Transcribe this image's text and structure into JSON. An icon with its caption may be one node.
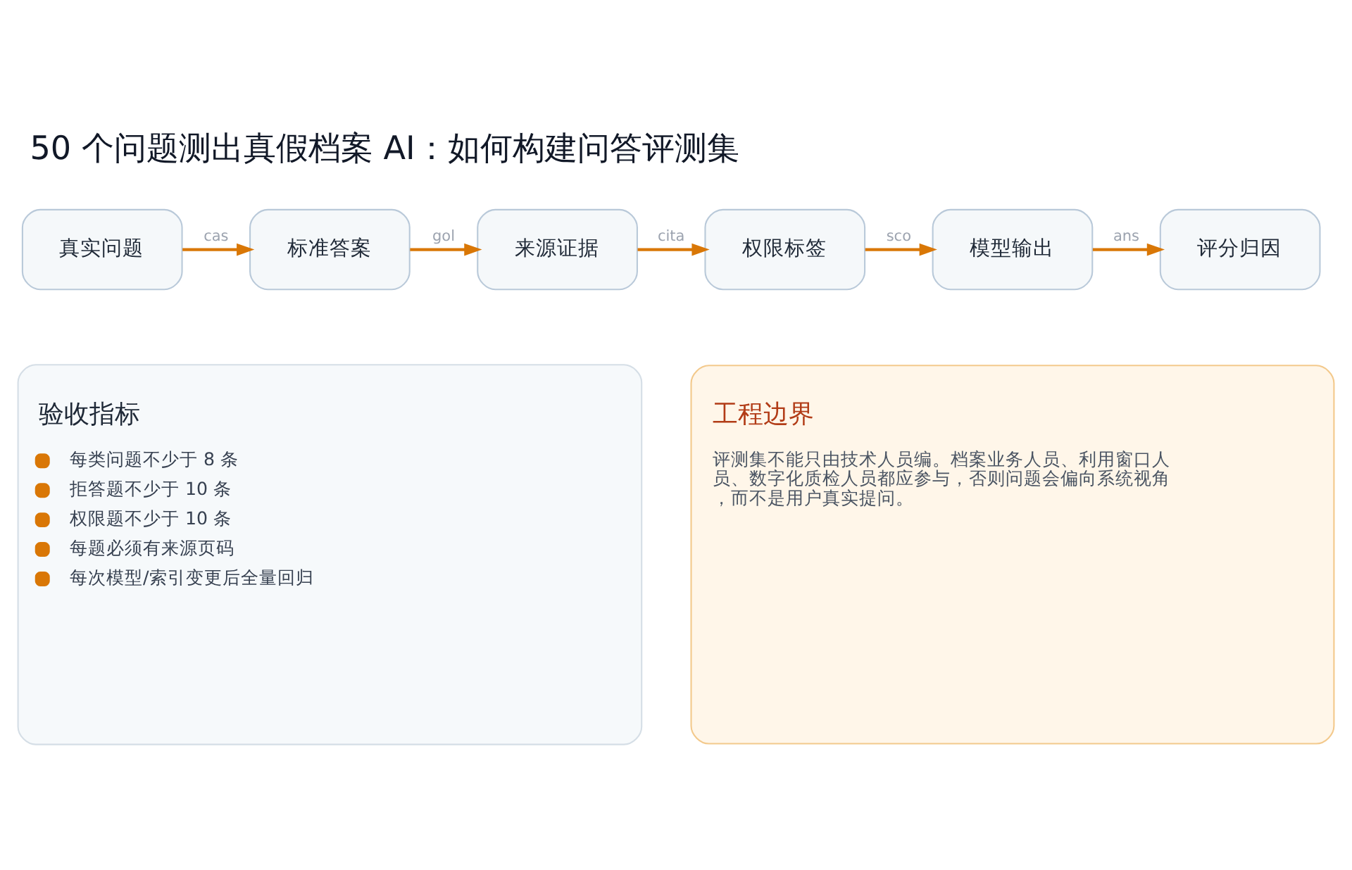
{
  "diagram": {
    "title": "50 个问题测出真假档案 AI：如何构建问答评测集",
    "nodes": [
      {
        "text": [
          "真实问题"
        ]
      },
      {
        "text": [
          "标准答案"
        ]
      },
      {
        "text": [
          "来源证据"
        ]
      },
      {
        "text": [
          "权限标签"
        ]
      },
      {
        "text": [
          "模型输出"
        ]
      },
      {
        "text": [
          "评分归因"
        ]
      },
      {
        "text": [
          "验收指标",
          "每类问题不少于 8 条",
          "拒答题不少于 10 条",
          "权限题不少于 10 条",
          "每题必须有来源页码",
          "每次模型/索引变更后全量回归"
        ]
      },
      {
        "text": [
          "工程边界",
          "评测集不能只由技术人员编。档案业务人员、利用窗口人员、数字化质检人员都应参与，否则问题会偏向系统视角，而不是用户真实提问。"
        ]
      }
    ],
    "edges": [
      {
        "from": 0,
        "to": 1,
        "arrow": "to",
        "label": "cas"
      },
      {
        "from": 1,
        "to": 2,
        "arrow": "to",
        "label": "gol"
      },
      {
        "from": 2,
        "to": 3,
        "arrow": "to",
        "label": "cita"
      },
      {
        "from": 3,
        "to": 4,
        "arrow": "to",
        "label": "sco"
      },
      {
        "from": 4,
        "to": 5,
        "arrow": "to",
        "label": "ans"
      }
    ]
  }
}
